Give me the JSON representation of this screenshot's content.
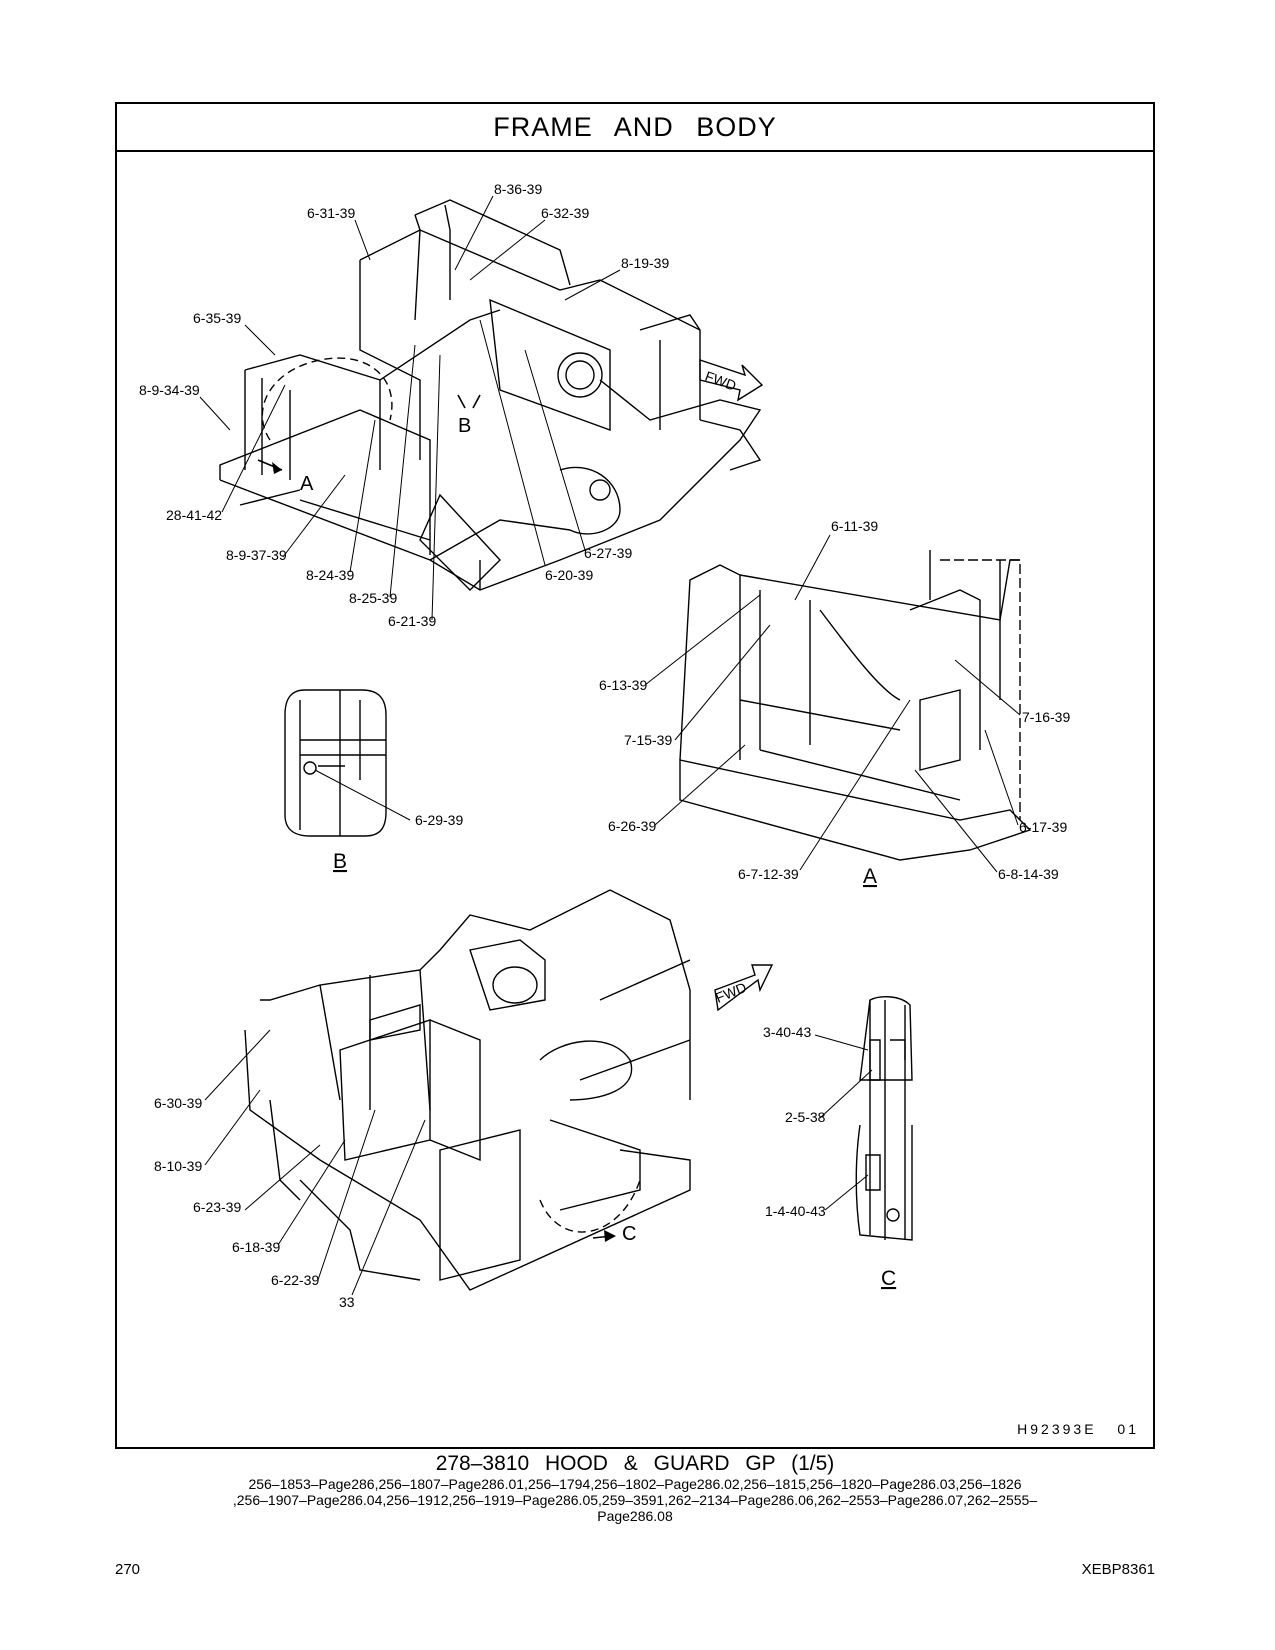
{
  "title": "FRAME AND BODY",
  "drawing_id": "H92393E 01",
  "caption": {
    "title": "278–3810 HOOD & GUARD GP (1/5)",
    "refs_line1": "256–1853–Page286,256–1807–Page286.01,256–1794,256–1802–Page286.02,256–1815,256–1820–Page286.03,256–1826",
    "refs_line2": ",256–1907–Page286.04,256–1912,256–1919–Page286.05,259–3591,262–2134–Page286.06,262–2553–Page286.07,262–2555–",
    "refs_line3": "Page286.08"
  },
  "page_number": "270",
  "document_id": "XEBP8361",
  "fwd_label": "FWD",
  "view_labels": {
    "A": "A",
    "B": "B",
    "C": "C"
  },
  "callouts": {
    "c_8_36_39": "8-36-39",
    "c_6_31_39": "6-31-39",
    "c_6_32_39": "6-32-39",
    "c_8_19_39": "8-19-39",
    "c_6_35_39": "6-35-39",
    "c_8_9_34_39": "8-9-34-39",
    "c_28_41_42": "28-41-42",
    "c_8_9_37_39": "8-9-37-39",
    "c_8_24_39": "8-24-39",
    "c_8_25_39": "8-25-39",
    "c_6_21_39": "6-21-39",
    "c_6_20_39": "6-20-39",
    "c_6_27_39": "6-27-39",
    "c_6_11_39": "6-11-39",
    "c_6_13_39": "6-13-39",
    "c_7_15_39": "7-15-39",
    "c_6_26_39": "6-26-39",
    "c_6_7_12_39": "6-7-12-39",
    "c_6_8_14_39": "6-8-14-39",
    "c_6_17_39": "6-17-39",
    "c_7_16_39": "7-16-39",
    "c_6_29_39": "6-29-39",
    "c_3_40_43": "3-40-43",
    "c_2_5_38": "2-5-38",
    "c_1_4_40_43": "1-4-40-43",
    "c_6_30_39": "6-30-39",
    "c_8_10_39": "8-10-39",
    "c_6_23_39": "6-23-39",
    "c_6_18_39": "6-18-39",
    "c_6_22_39": "6-22-39",
    "c_33": "33"
  }
}
